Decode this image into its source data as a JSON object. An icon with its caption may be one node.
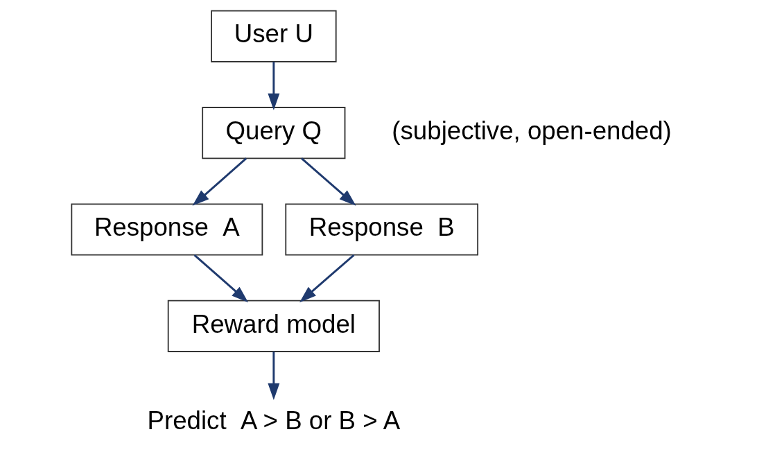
{
  "diagram": {
    "nodes": [
      {
        "text": [
          "User U"
        ]
      },
      {
        "text": [
          "Query Q"
        ],
        "beside": [
          "(subjective, open-ended)"
        ]
      },
      {
        "text": [
          "Response  A"
        ]
      },
      {
        "text": [
          "Response  B"
        ]
      },
      {
        "text": [
          "Reward model"
        ]
      },
      {
        "text": [
          "Predict  A > B or B > A"
        ]
      }
    ],
    "edges": [
      {
        "from": 0,
        "to": 1,
        "arrow": "to"
      },
      {
        "from": 1,
        "to": 2,
        "arrow": "to"
      },
      {
        "from": 1,
        "to": 3,
        "arrow": "to"
      },
      {
        "from": 2,
        "to": 4,
        "arrow": "to"
      },
      {
        "from": 3,
        "to": 4,
        "arrow": "to"
      },
      {
        "from": 4,
        "to": 5,
        "arrow": "to"
      }
    ]
  }
}
